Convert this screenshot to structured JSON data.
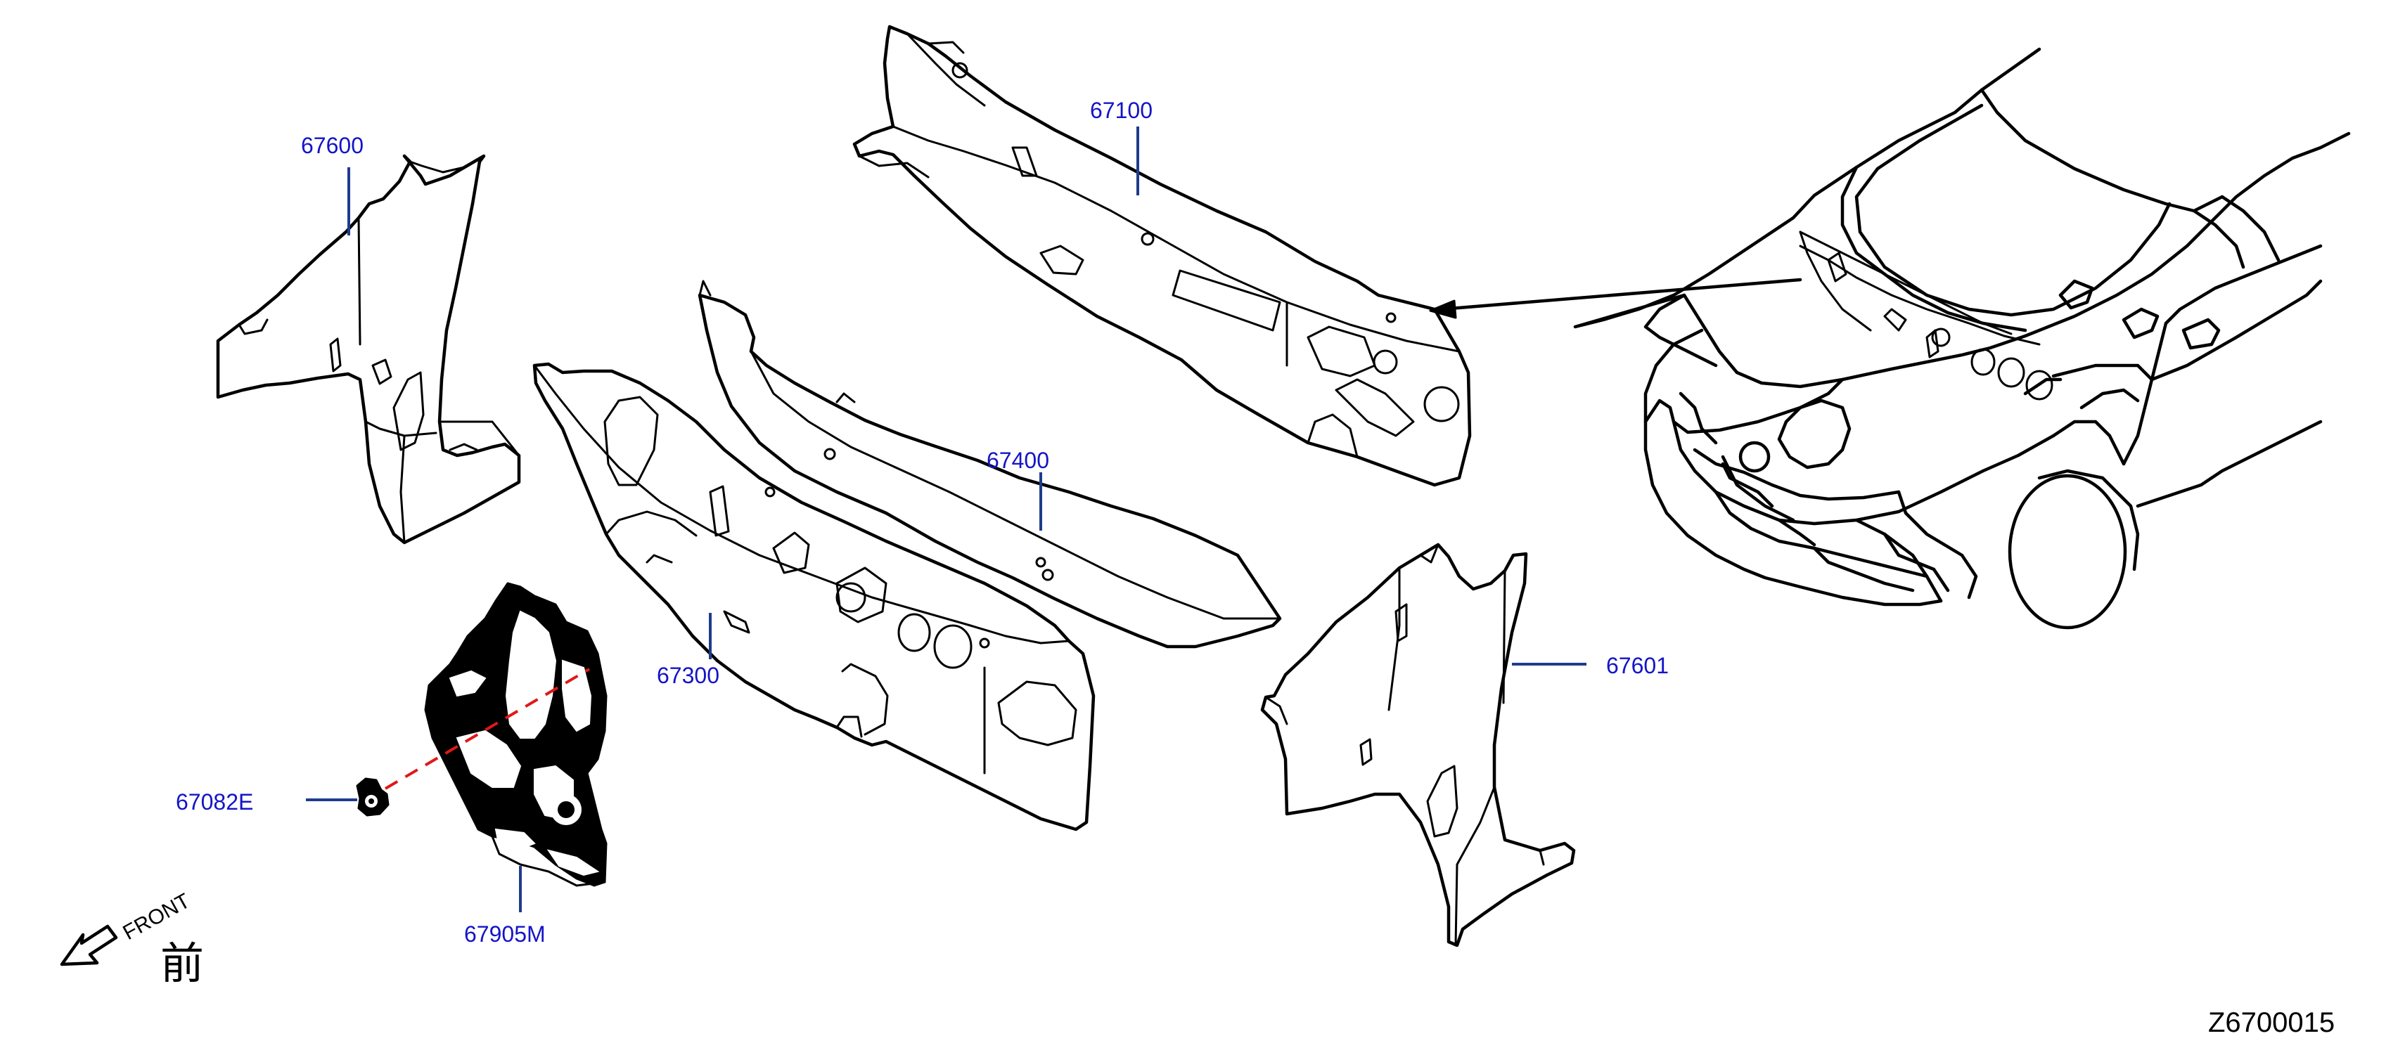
{
  "diagram": {
    "part_labels": [
      {
        "id": "p67600",
        "text": "67600"
      },
      {
        "id": "p67100",
        "text": "67100"
      },
      {
        "id": "p67400",
        "text": "67400"
      },
      {
        "id": "p67300",
        "text": "67300"
      },
      {
        "id": "p67601",
        "text": "67601"
      },
      {
        "id": "p67082E",
        "text": "67082E"
      },
      {
        "id": "p67905M",
        "text": "67905M"
      }
    ],
    "orientation": {
      "label": "FRONT",
      "glyph": "前"
    },
    "diagram_code": "Z6700015",
    "colors": {
      "label": "#1414c8",
      "leader": "#1e3c8c",
      "line_art": "#000000",
      "fastener_path": "#e01818"
    }
  }
}
